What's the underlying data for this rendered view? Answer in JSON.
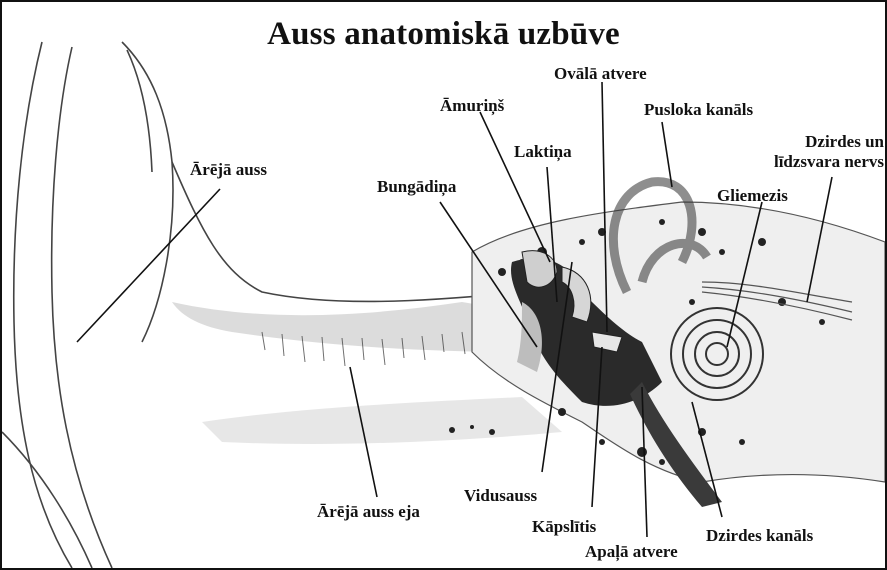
{
  "title": "Auss anatomiskā uzbūve",
  "labels": {
    "outer_ear": "Ārējā auss",
    "ear_canal": "Ārējā auss eja",
    "eardrum": "Bungādiņa",
    "hammer": "Āmuriņš",
    "anvil": "Laktiņa",
    "oval_window": "Ovālā atvere",
    "semicircular_canal": "Pusloka kanāls",
    "nerve_line1": "Dzirdes un",
    "nerve_line2": "līdzsvara nervs",
    "cochlea": "Gliemezis",
    "middle_ear": "Vidusauss",
    "stirrup": "Kāpslītis",
    "round_window": "Apaļā atvere",
    "auditory_tube": "Dzirdes kanāls"
  },
  "colors": {
    "ink": "#111111",
    "tissue": "#d9d9d9",
    "bone": "#efefef",
    "dark": "#2a2a2a"
  }
}
